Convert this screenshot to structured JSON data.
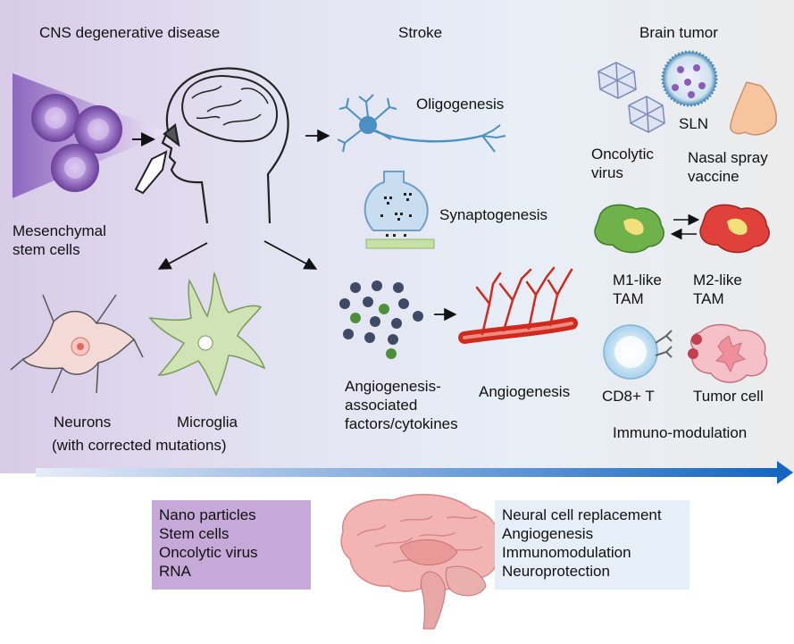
{
  "headers": {
    "cns": "CNS degenerative disease",
    "stroke": "Stroke",
    "tumor": "Brain tumor"
  },
  "labels": {
    "msc": "Mesenchymal\nstem cells",
    "oligogenesis": "Oligogenesis",
    "synaptogenesis": "Synaptogenesis",
    "neurons": "Neurons",
    "microglia": "Microglia",
    "corrected": "(with corrected mutations)",
    "angio_factors": "Angiogenesis-\nassociated\nfactors/cytokines",
    "angiogenesis": "Angiogenesis",
    "oncolytic_virus": "Oncolytic\nvirus",
    "sln": "SLN",
    "nasal_spray": "Nasal spray\nvaccine",
    "m1": "M1-like\nTAM",
    "m2": "M2-like\nTAM",
    "cd8": "CD8+ T",
    "tumor_cell": "Tumor cell",
    "immuno": "Immuno-modulation"
  },
  "left_box": [
    "Nano particles",
    "Stem cells",
    "Oncolytic virus",
    "RNA"
  ],
  "right_box": [
    "Neural cell replacement",
    "Angiogenesis",
    "Immunomodulation",
    "Neuroprotection"
  ],
  "colors": {
    "arrow_start": "#c9d6ee",
    "arrow_end": "#1565c0",
    "left_box": "#c6a9d8",
    "right_box": "#e6eff7",
    "msc_cell": "#8a5cb8",
    "neuron": "#f3dad6",
    "microglia": "#cfe3b5",
    "vessel": "#d02a1e",
    "m1_tam": "#6fb14b",
    "m2_tam": "#e0413a",
    "factor_dark": "#3e4a66",
    "factor_green": "#4e8f3a"
  }
}
